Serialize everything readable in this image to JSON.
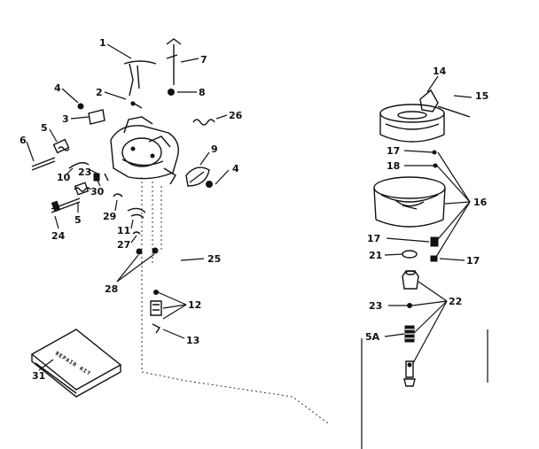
{
  "diagram": {
    "labels": {
      "p1": "1",
      "p2": "2",
      "p3": "3",
      "p4a": "4",
      "p4b": "4",
      "p5a": "5",
      "p5b": "5",
      "p5A": "5A",
      "p6": "6",
      "p7": "7",
      "p8": "8",
      "p9": "9",
      "p10": "10",
      "p11": "11",
      "p12": "12",
      "p13": "13",
      "p14": "14",
      "p15": "15",
      "p16": "16",
      "p17a": "17",
      "p17b": "17",
      "p17c": "17",
      "p18": "18",
      "p21": "21",
      "p22": "22",
      "p23a": "23",
      "p23b": "23",
      "p24": "24",
      "p25": "25",
      "p26": "26",
      "p27": "27",
      "p28": "28",
      "p29": "29",
      "p30": "30",
      "p31": "31"
    },
    "repair_kit_text": "REPAIR KIT"
  }
}
